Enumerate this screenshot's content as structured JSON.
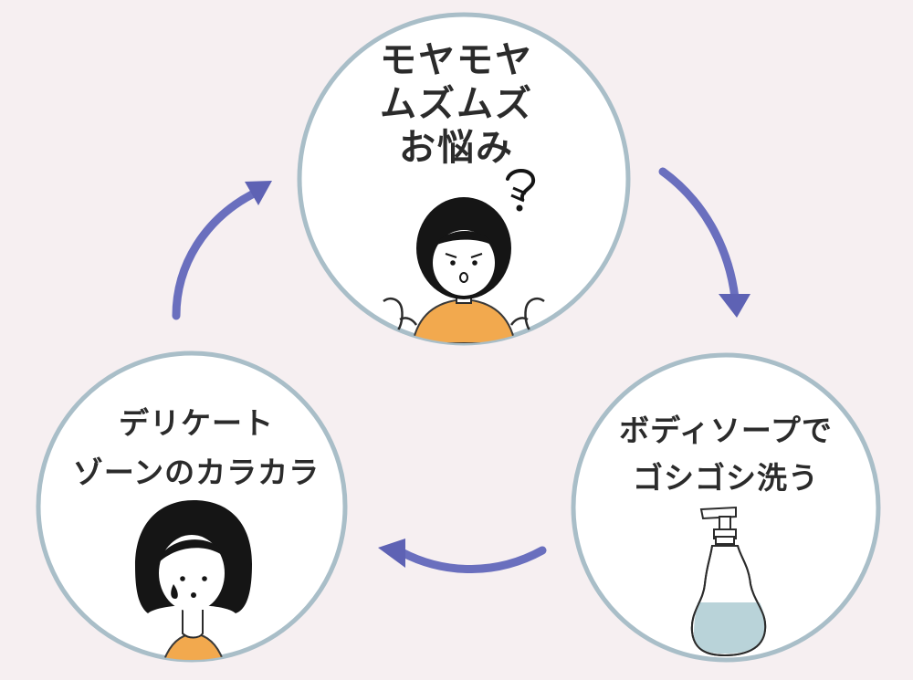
{
  "colors": {
    "background": "#f6eff1",
    "circle_fill": "#ffffff",
    "circle_stroke": "#a9bec8",
    "arrow": "#5e62b4",
    "shirt": "#f2a94e",
    "hair": "#151515",
    "liquid": "#b9d3d9"
  },
  "nodes": {
    "top": {
      "lines": [
        "モヤモヤ",
        "ムズムズ",
        "お悩み"
      ],
      "illustration": "worried-woman-shrugging"
    },
    "right": {
      "lines": [
        "ボディソープで",
        "ゴシゴシ洗う"
      ],
      "illustration": "body-soap-pump-bottle"
    },
    "left": {
      "lines": [
        "デリケート",
        "ゾーンのカラカラ"
      ],
      "illustration": "crying-woman"
    }
  },
  "edges": [
    {
      "from": "top",
      "to": "right"
    },
    {
      "from": "right",
      "to": "left"
    },
    {
      "from": "left",
      "to": "top"
    }
  ]
}
